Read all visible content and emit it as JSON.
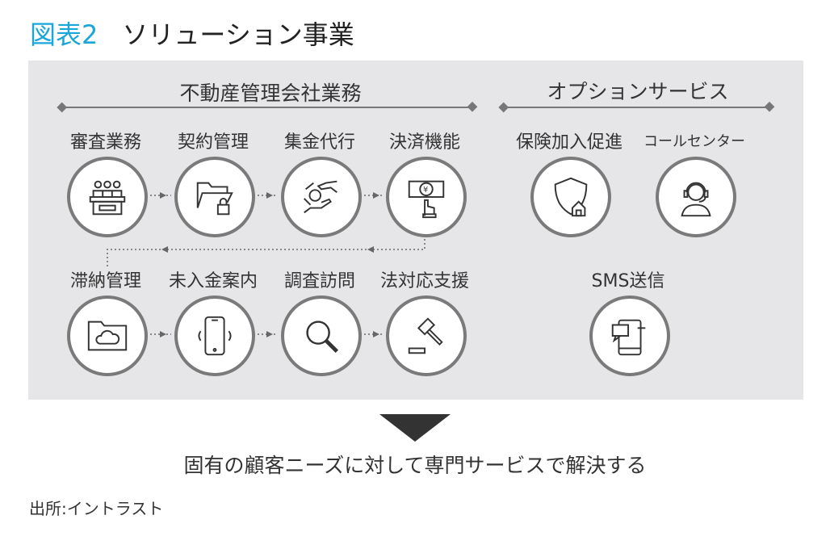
{
  "title": {
    "figure": "図表2",
    "text": "ソリューション事業"
  },
  "sections": {
    "left": "不動産管理会社業務",
    "right": "オプションサービス"
  },
  "row1": [
    {
      "label": "審査業務",
      "icon": "screening-panel-icon"
    },
    {
      "label": "契約管理",
      "icon": "locked-folder-icon"
    },
    {
      "label": "集金代行",
      "icon": "money-handover-icon"
    },
    {
      "label": "決済機能",
      "icon": "yen-payment-icon"
    }
  ],
  "row2": [
    {
      "label": "滞納管理",
      "icon": "cloud-folder-icon"
    },
    {
      "label": "未入金案内",
      "icon": "smartphone-vibrate-icon"
    },
    {
      "label": "調査訪問",
      "icon": "magnifier-icon"
    },
    {
      "label": "法対応支援",
      "icon": "gavel-icon"
    }
  ],
  "options": [
    {
      "label": "保険加入促進",
      "icon": "shield-house-icon"
    },
    {
      "label": "コールセンター",
      "icon": "operator-headset-icon"
    },
    {
      "label": "SMS送信",
      "icon": "sms-phone-icon"
    }
  ],
  "conclusion": "固有の顧客ニーズに対して専門サービスで解決する",
  "source": "出所:イントラスト",
  "colors": {
    "accent": "#1aa6d9",
    "panel": "#e6e6e8",
    "ring": "#7a7a7a"
  }
}
